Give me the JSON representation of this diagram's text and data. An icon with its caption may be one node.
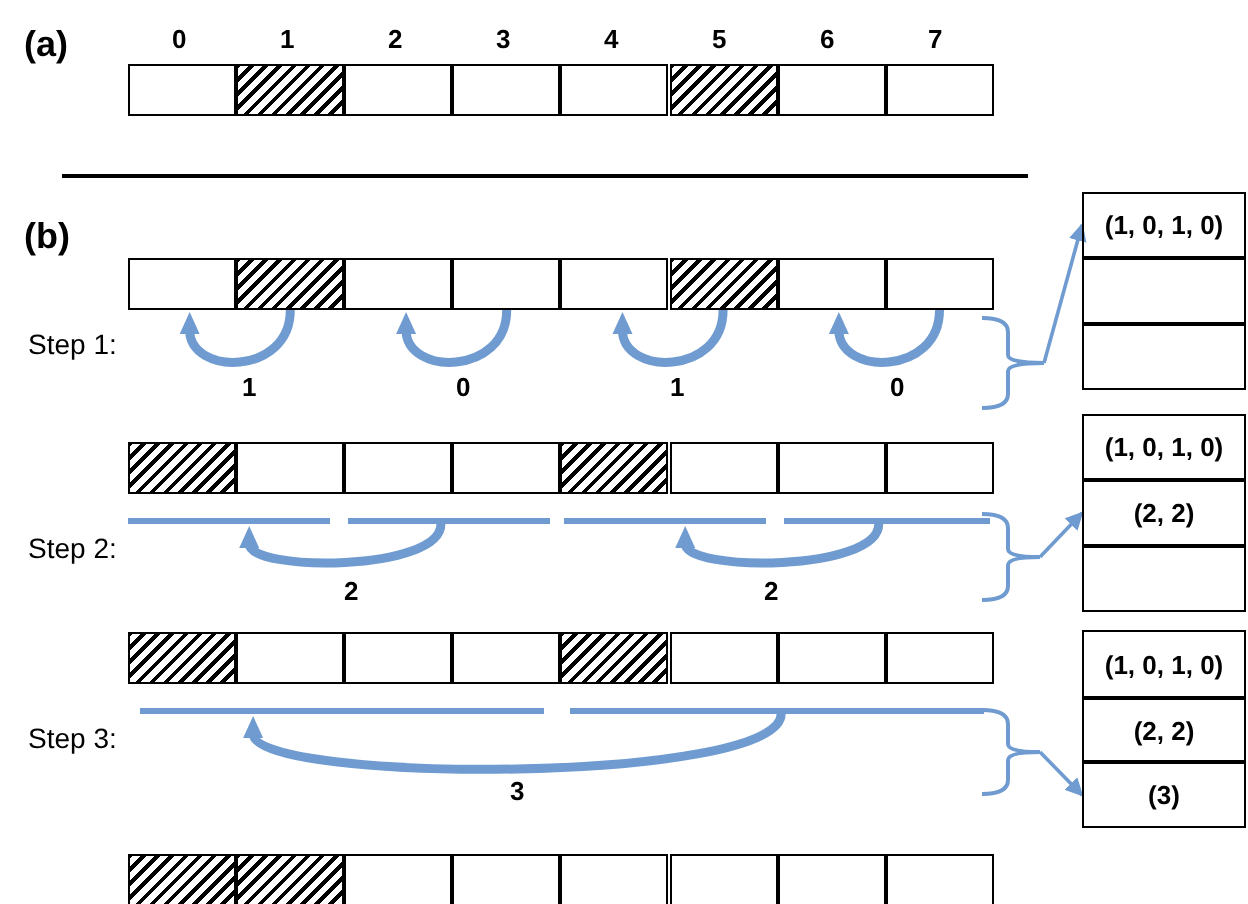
{
  "diagram": {
    "nodes": [
      {
        "text": [],
        "shape": "box"
      },
      {
        "text": [],
        "shape": "box"
      },
      {
        "text": [],
        "shape": "box"
      },
      {
        "text": [],
        "shape": "box"
      },
      {
        "text": [],
        "shape": "box"
      },
      {
        "text": [],
        "shape": "box"
      },
      {
        "text": [],
        "shape": "box"
      },
      {
        "text": [],
        "shape": "box"
      },
      {
        "text": [],
        "shape": "box"
      },
      {
        "text": [],
        "shape": "box"
      },
      {
        "text": [],
        "shape": "box"
      },
      {
        "text": [],
        "shape": "box"
      },
      {
        "text": [],
        "shape": "box"
      },
      {
        "text": [],
        "shape": "box"
      },
      {
        "text": [],
        "shape": "box"
      },
      {
        "text": [],
        "shape": "box"
      },
      {
        "text": [],
        "shape": "box"
      },
      {
        "text": [],
        "shape": "box"
      },
      {
        "text": [],
        "shape": "box"
      },
      {
        "text": [],
        "shape": "box"
      },
      {
        "text": [],
        "shape": "box"
      },
      {
        "text": [],
        "shape": "box"
      },
      {
        "text": [],
        "shape": "box"
      },
      {
        "text": [],
        "shape": "box"
      },
      {
        "text": [],
        "shape": "box"
      },
      {
        "text": [],
        "shape": "box"
      },
      {
        "text": [],
        "shape": "box"
      },
      {
        "text": [],
        "shape": "box"
      },
      {
        "text": [],
        "shape": "box"
      },
      {
        "text": [],
        "shape": "box"
      },
      {
        "text": [],
        "shape": "box"
      },
      {
        "text": [],
        "shape": "box"
      },
      {
        "text": [],
        "shape": "box"
      },
      {
        "text": [],
        "shape": "box"
      },
      {
        "text": [],
        "shape": "box"
      },
      {
        "text": [],
        "shape": "box"
      },
      {
        "text": [],
        "shape": "box"
      },
      {
        "text": [],
        "shape": "box"
      },
      {
        "text": [],
        "shape": "box"
      },
      {
        "text": [],
        "shape": "box"
      },
      {
        "text": [],
        "shape": "bar"
      },
      {
        "text": [],
        "shape": "bar"
      },
      {
        "text": [],
        "shape": "bar"
      },
      {
        "text": [],
        "shape": "bar"
      },
      {
        "text": [],
        "shape": "bar"
      },
      {
        "text": [],
        "shape": "bar"
      },
      {
        "text": [],
        "shape": "bracket"
      },
      {
        "text": [],
        "shape": "bracket"
      },
      {
        "text": [],
        "shape": "bracket"
      },
      {
        "text": [
          "(1, 0, 1, 0)"
        ]
      },
      {
        "text": [],
        "shape": "box"
      },
      {
        "text": [],
        "shape": "box"
      },
      {
        "text": [
          "(1, 0, 1, 0)"
        ]
      },
      {
        "text": [
          "(2, 2)"
        ]
      },
      {
        "text": [],
        "shape": "box"
      },
      {
        "text": [
          "(1, 0, 1, 0)"
        ]
      },
      {
        "text": [
          "(2, 2)"
        ]
      },
      {
        "text": [
          "(3)"
        ]
      }
    ],
    "edges": [
      {
        "from": 9,
        "to": 8,
        "arrow": "to",
        "label": "1"
      },
      {
        "from": 11,
        "to": 10,
        "arrow": "to",
        "label": "0"
      },
      {
        "from": 13,
        "to": 12,
        "arrow": "to",
        "label": "1"
      },
      {
        "from": 15,
        "to": 14,
        "arrow": "to",
        "label": "0"
      },
      {
        "from": 41,
        "to": 40,
        "arrow": "to",
        "label": "2"
      },
      {
        "from": 43,
        "to": 42,
        "arrow": "to",
        "label": "2"
      },
      {
        "from": 45,
        "to": 44,
        "arrow": "to",
        "label": "3"
      },
      {
        "from": 46,
        "to": 49,
        "arrow": "to"
      },
      {
        "from": 47,
        "to": 53,
        "arrow": "to"
      },
      {
        "from": 48,
        "to": 57,
        "arrow": "to"
      }
    ],
    "labels": [
      "(a)",
      "0",
      "1",
      "2",
      "3",
      "4",
      "5",
      "6",
      "7",
      "(b)",
      "Step 1:",
      "Step 2:",
      "Step 3:"
    ]
  }
}
